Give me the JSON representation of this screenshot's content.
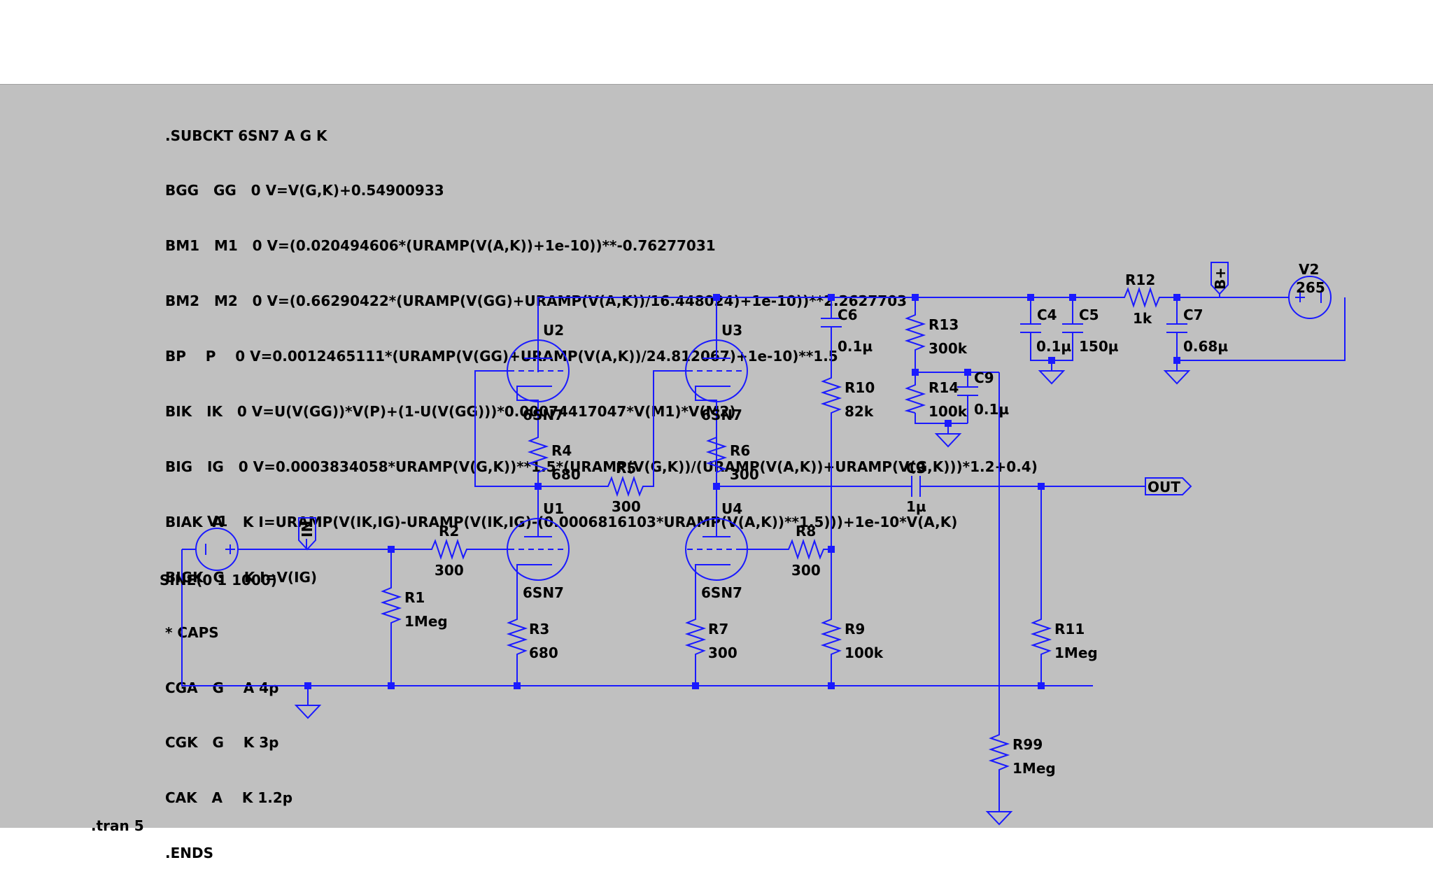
{
  "netlist": [
    ".SUBCKT 6SN7 A G K",
    "BGG   GG   0 V=V(G,K)+0.54900933",
    "BM1   M1   0 V=(0.020494606*(URAMP(V(A,K))+1e-10))**-0.76277031",
    "BM2   M2   0 V=(0.66290422*(URAMP(V(GG)+URAMP(V(A,K))/16.448024)+1e-10))**2.2627703",
    "BP    P    0 V=0.0012465111*(URAMP(V(GG)+URAMP(V(A,K))/24.812067)+1e-10)**1.5",
    "BIK   IK   0 V=U(V(GG))*V(P)+(1-U(V(GG)))*0.00074417047*V(M1)*V(M2)",
    "BIG   IG   0 V=0.0003834058*URAMP(V(G,K))**1.5*(URAMP(V(G,K))/(URAMP(V(A,K))+URAMP(V(G,K)))*1.2+0.4)",
    "BIAK  A    K I=URAMP(V(IK,IG)-URAMP(V(IK,IG)-(0.0006816103*URAMP(V(A,K))**1.5)))+1e-10*V(A,K)",
    "BIGK  G    K I=V(IG)",
    "* CAPS",
    "CGA   G    A 4p",
    "CGK   G    K 3p",
    "CAK   A    K 1.2p",
    ".ENDS"
  ],
  "components": {
    "V1": {
      "name": "V1",
      "value": "SINE(0 1 1000)"
    },
    "V2": {
      "name": "V2",
      "value": "265"
    },
    "U1": {
      "name": "U1",
      "value": "6SN7"
    },
    "U2": {
      "name": "U2",
      "value": "6SN7"
    },
    "U3": {
      "name": "U3",
      "value": "6SN7"
    },
    "U4": {
      "name": "U4",
      "value": "6SN7"
    },
    "R1": {
      "name": "R1",
      "value": "1Meg"
    },
    "R2": {
      "name": "R2",
      "value": "300"
    },
    "R3": {
      "name": "R3",
      "value": "680"
    },
    "R4": {
      "name": "R4",
      "value": "680"
    },
    "R5": {
      "name": "R5",
      "value": "300"
    },
    "R6": {
      "name": "R6",
      "value": "300"
    },
    "R7": {
      "name": "R7",
      "value": "300"
    },
    "R8": {
      "name": "R8",
      "value": "300"
    },
    "R9": {
      "name": "R9",
      "value": "100k"
    },
    "R10": {
      "name": "R10",
      "value": "82k"
    },
    "R11": {
      "name": "R11",
      "value": "1Meg"
    },
    "R12": {
      "name": "R12",
      "value": "1k"
    },
    "R13": {
      "name": "R13",
      "value": "300k"
    },
    "R14": {
      "name": "R14",
      "value": "100k"
    },
    "R99": {
      "name": "R99",
      "value": "1Meg"
    },
    "C3": {
      "name": "C3",
      "value": "1µ"
    },
    "C4": {
      "name": "C4",
      "value": "0.1µ"
    },
    "C5": {
      "name": "C5",
      "value": "150µ"
    },
    "C6": {
      "name": "C6",
      "value": "0.1µ"
    },
    "C7": {
      "name": "C7",
      "value": "0.68µ"
    },
    "C9": {
      "name": "C9",
      "value": "0.1µ"
    }
  },
  "net_labels": {
    "in": "IN",
    "out": "OUT",
    "bplus": "B+"
  },
  "sim_directive": ".tran 5",
  "colors": {
    "wire": "#1a1aff",
    "background": "#c0c0c0"
  }
}
